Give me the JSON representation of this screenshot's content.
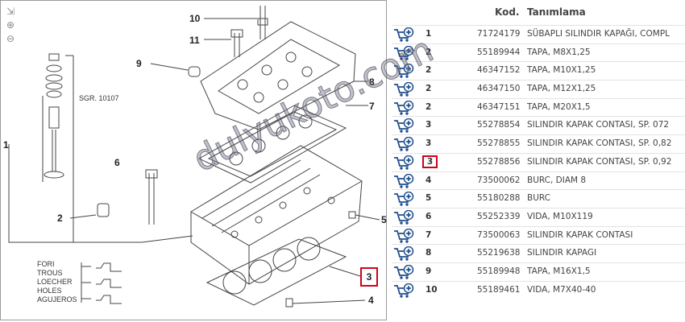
{
  "diagram": {
    "callouts": [
      {
        "id": "c10",
        "text": "10"
      },
      {
        "id": "c11",
        "text": "11"
      },
      {
        "id": "c9",
        "text": "9"
      },
      {
        "id": "c8",
        "text": "8"
      },
      {
        "id": "c7",
        "text": "7"
      },
      {
        "id": "c6",
        "text": "6"
      },
      {
        "id": "c1",
        "text": "1"
      },
      {
        "id": "c2",
        "text": "2"
      },
      {
        "id": "c5",
        "text": "5"
      },
      {
        "id": "c4",
        "text": "4"
      }
    ],
    "selected_callout": "3",
    "sgr_label": "SGR. 10107",
    "legend_lines": [
      "FORI",
      "TROUS",
      "LOECHER",
      "HOLES",
      "AGUJEROS"
    ]
  },
  "table": {
    "header": {
      "kod": "Kod.",
      "tanimlama": "Tanımlama"
    },
    "rows": [
      {
        "no": "1",
        "kod": "71724179",
        "tanimlama": "SÜBAPLI SILINDIR KAPAĞI, COMPL",
        "selected": false
      },
      {
        "no": "2",
        "kod": "55189944",
        "tanimlama": "TAPA, M8X1,25",
        "selected": false
      },
      {
        "no": "2",
        "kod": "46347152",
        "tanimlama": "TAPA, M10X1,25",
        "selected": false
      },
      {
        "no": "2",
        "kod": "46347150",
        "tanimlama": "TAPA, M12X1,25",
        "selected": false
      },
      {
        "no": "2",
        "kod": "46347151",
        "tanimlama": "TAPA, M20X1,5",
        "selected": false
      },
      {
        "no": "3",
        "kod": "55278854",
        "tanimlama": "SILINDIR KAPAK CONTASI, SP. 072",
        "selected": false
      },
      {
        "no": "3",
        "kod": "55278855",
        "tanimlama": "SILINDIR KAPAK CONTASI, SP. 0,82",
        "selected": false
      },
      {
        "no": "3",
        "kod": "55278856",
        "tanimlama": "SILINDIR KAPAK CONTASI, SP. 0,92",
        "selected": true
      },
      {
        "no": "4",
        "kod": "73500062",
        "tanimlama": "BURC, DIAM 8",
        "selected": false
      },
      {
        "no": "5",
        "kod": "55180288",
        "tanimlama": "BURC",
        "selected": false
      },
      {
        "no": "6",
        "kod": "55252339",
        "tanimlama": "VIDA, M10X119",
        "selected": false
      },
      {
        "no": "7",
        "kod": "73500063",
        "tanimlama": "SILINDIR KAPAK CONTASI",
        "selected": false
      },
      {
        "no": "8",
        "kod": "55219638",
        "tanimlama": "SILINDIR KAPAGI",
        "selected": false
      },
      {
        "no": "9",
        "kod": "55189948",
        "tanimlama": "TAPA, M16X1,5",
        "selected": false
      },
      {
        "no": "10",
        "kod": "55189461",
        "tanimlama": "VIDA, M7X40-40",
        "selected": false
      }
    ]
  },
  "watermark": "dulyukoto.com",
  "colors": {
    "cart_icon": "#1f4e8c",
    "plus_badge": "#1f4e8c",
    "selected": "#d0021b"
  }
}
